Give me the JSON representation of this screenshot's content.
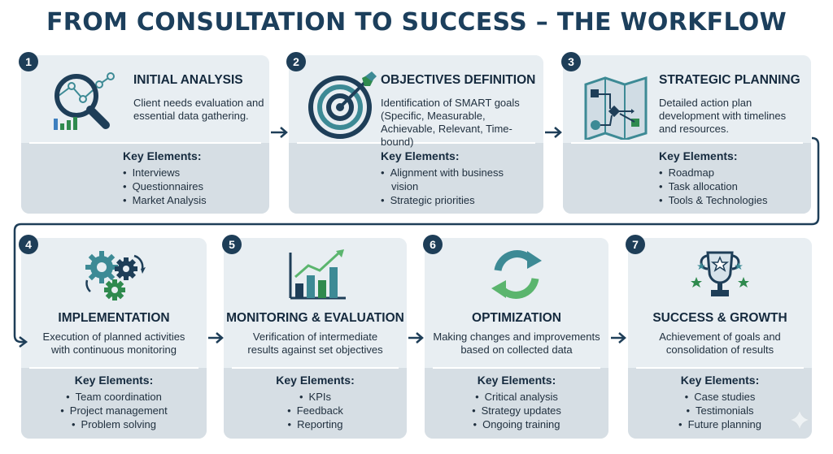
{
  "title": "FROM CONSULTATION TO SUCCESS – THE WORKFLOW",
  "key_elements_label": "Key Elements:",
  "colors": {
    "navy": "#1e3e58",
    "teal": "#3d8a95",
    "green": "#2f8a4e",
    "light_green": "#8fcf9a",
    "card": "#e8eef2",
    "card_bottom": "#d6dee4"
  },
  "steps": [
    {
      "number": "1",
      "heading": "INITIAL ANALYSIS",
      "description": "Client needs evaluation and essential data gathering.",
      "icon": "magnifier-chart-icon",
      "key_elements": [
        "Interviews",
        "Questionnaires",
        "Market Analysis"
      ]
    },
    {
      "number": "2",
      "heading": "OBJECTIVES DEFINITION",
      "description": "Identification of SMART goals (Specific, Measurable, Achievable, Relevant, Time-bound)",
      "icon": "target-icon",
      "key_elements": [
        "Alignment with business vision",
        "Strategic priorities"
      ]
    },
    {
      "number": "3",
      "heading": "STRATEGIC PLANNING",
      "description": "Detailed action plan development with timelines and resources.",
      "icon": "roadmap-icon",
      "key_elements": [
        "Roadmap",
        "Task allocation",
        "Tools & Technologies"
      ]
    },
    {
      "number": "4",
      "heading": "IMPLEMENTATION",
      "description": "Execution of planned activities with continuous monitoring",
      "icon": "gears-icon",
      "key_elements": [
        "Team coordination",
        "Project management",
        "Problem solving"
      ]
    },
    {
      "number": "5",
      "heading": "MONITORING & EVALUATION",
      "description": "Verification of intermediate results against set objectives",
      "icon": "bar-chart-icon",
      "key_elements": [
        "KPIs",
        "Feedback",
        "Reporting"
      ]
    },
    {
      "number": "6",
      "heading": "OPTIMIZATION",
      "description": "Making changes and improvements based on collected data",
      "icon": "refresh-cycle-icon",
      "key_elements": [
        "Critical analysis",
        "Strategy updates",
        "Ongoing training"
      ]
    },
    {
      "number": "7",
      "heading": "SUCCESS & GROWTH",
      "description": "Achievement of goals and consolidation of results",
      "icon": "trophy-icon",
      "key_elements": [
        "Case studies",
        "Testimonials",
        "Future planning"
      ]
    }
  ]
}
